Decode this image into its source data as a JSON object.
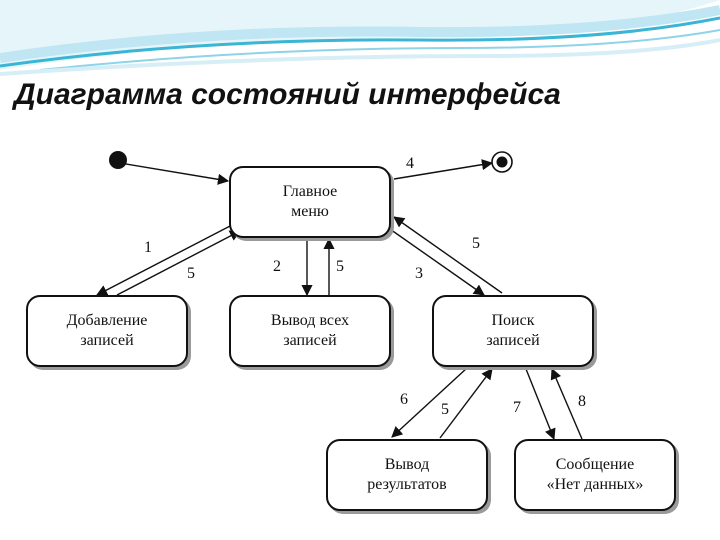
{
  "slide": {
    "title": "Диаграмма состояний интерфейса"
  },
  "diagram": {
    "states": {
      "main_menu": "Главное\nменю",
      "add_records": "Добавление\nзаписей",
      "show_all": "Вывод всех\nзаписей",
      "search": "Поиск\nзаписей",
      "show_results": "Вывод\nрезультатов",
      "no_data_message": "Сообщение\n«Нет данных»"
    },
    "transitions": [
      {
        "from": "initial",
        "to": "main_menu",
        "label": ""
      },
      {
        "from": "main_menu",
        "to": "final",
        "label": "4"
      },
      {
        "from": "main_menu",
        "to": "add_records",
        "label": "1"
      },
      {
        "from": "add_records",
        "to": "main_menu",
        "label": "5"
      },
      {
        "from": "main_menu",
        "to": "show_all",
        "label": "2"
      },
      {
        "from": "show_all",
        "to": "main_menu",
        "label": "5"
      },
      {
        "from": "main_menu",
        "to": "search",
        "label": "3"
      },
      {
        "from": "search",
        "to": "main_menu",
        "label": "5"
      },
      {
        "from": "search",
        "to": "show_results",
        "label": "6"
      },
      {
        "from": "show_results",
        "to": "search",
        "label": "5"
      },
      {
        "from": "search",
        "to": "no_data_message",
        "label": "7"
      },
      {
        "from": "no_data_message",
        "to": "search",
        "label": "8"
      }
    ]
  },
  "colors": {
    "wave_blue": "#3ab5d5",
    "wave_light": "#bfe6f2"
  }
}
